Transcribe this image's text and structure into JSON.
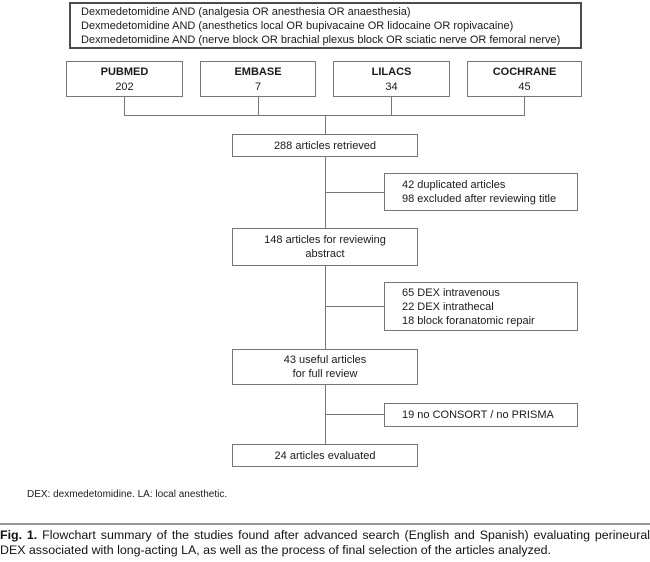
{
  "search_box": {
    "lines": [
      "Dexmedetomidine AND (analgesia OR anesthesia OR anaesthesia)",
      "Dexmedetomidine AND (anesthetics local OR bupivacaine OR lidocaine OR ropivacaine)",
      "Dexmedetomidine AND (nerve block OR brachial plexus block OR sciatic nerve OR femoral nerve)"
    ]
  },
  "databases": [
    {
      "name": "PUBMED",
      "count": "202"
    },
    {
      "name": "EMBASE",
      "count": "7"
    },
    {
      "name": "LILACS",
      "count": "34"
    },
    {
      "name": "COCHRANE",
      "count": "45"
    }
  ],
  "flow": {
    "retrieved": "288 articles retrieved",
    "abstract_line1": "148 articles for reviewing",
    "abstract_line2": "abstract",
    "full_review_line1": "43 useful articles",
    "full_review_line2": "for full review",
    "evaluated": "24 articles evaluated"
  },
  "exclusions": [
    {
      "lines": [
        "42 duplicated articles",
        "98 excluded after reviewing title"
      ]
    },
    {
      "lines": [
        "65 DEX intravenous",
        "22 DEX intrathecal",
        "18 block foranatomic repair"
      ]
    },
    {
      "lines": [
        "19 no CONSORT / no PRISMA"
      ]
    }
  ],
  "footnote": "DEX: dexmedetomidine. LA: local anesthetic.",
  "caption": {
    "label": "Fig. 1.",
    "text": "Flowchart summary of the studies found after advanced search (English and Spanish) evaluating perineural DEX associated with long-acting LA, as well as the process of final selection of the articles analyzed."
  },
  "colors": {
    "box_border": "#767676",
    "search_box_border": "#4c4c4c",
    "text": "#1a1a1a",
    "connector_line": "#767676",
    "caption_rule": "#969696",
    "background": "#ffffff"
  }
}
